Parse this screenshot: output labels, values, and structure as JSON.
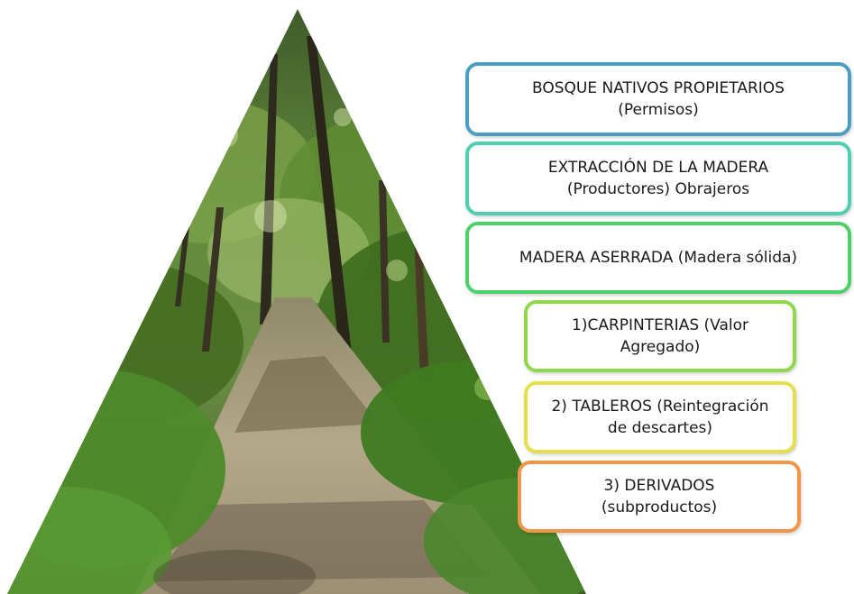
{
  "colors": {
    "box1": "#4a9ec4",
    "box2": "#4fcfb0",
    "box3": "#4cd16a",
    "box4": "#8fd84a",
    "box5": "#e4e04a",
    "box6": "#f0964a"
  },
  "pyramid": {
    "image": "forest-path-photo"
  },
  "boxes": [
    {
      "line1": "BOSQUE NATIVOS PROPIETARIOS",
      "line2": "(Permisos)"
    },
    {
      "line1": "EXTRACCIÓN DE LA MADERA",
      "line2": "(Productores) Obrajeros"
    },
    {
      "line1": "MADERA ASERRADA (Madera sólida)",
      "line2": ""
    },
    {
      "line1": "1)CARPINTERIAS (Valor",
      "line2": "Agregado)"
    },
    {
      "line1": "2) TABLEROS (Reintegración",
      "line2": "de descartes)"
    },
    {
      "line1": "3) DERIVADOS",
      "line2": "(subproductos)"
    }
  ]
}
